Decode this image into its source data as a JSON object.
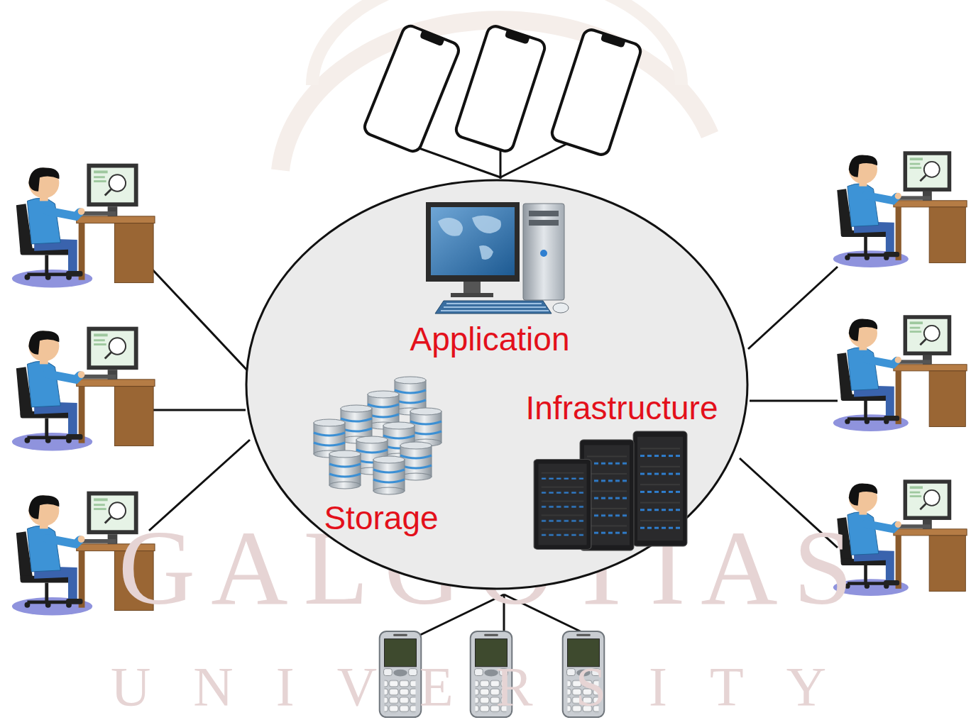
{
  "diagram": {
    "nodes": [
      {
        "text": [
          "Application",
          "Infrastructure",
          "Storage"
        ]
      }
    ],
    "labels": [
      "GALGOTIAS",
      "UNIVERSITY"
    ]
  }
}
